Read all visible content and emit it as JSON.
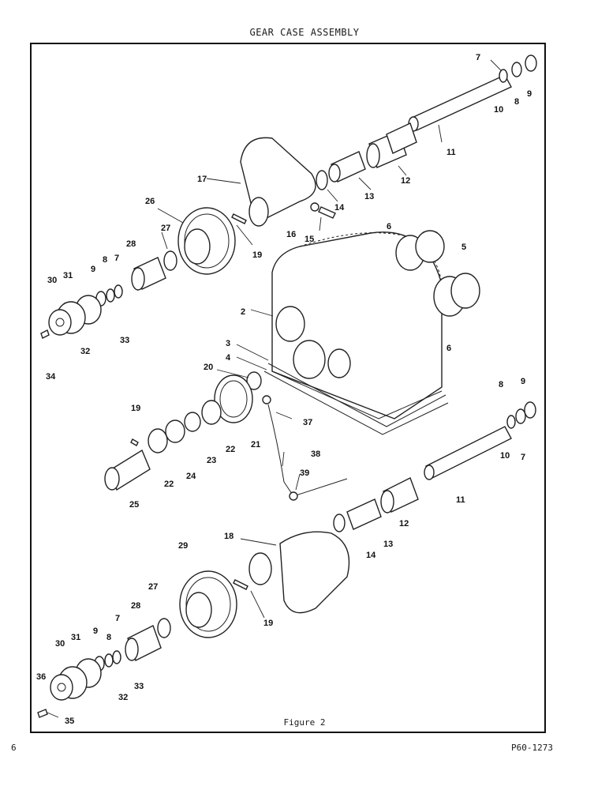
{
  "header": {
    "title": "GEAR CASE ASSEMBLY"
  },
  "figure": {
    "caption": "Figure 2",
    "callouts": [
      "7",
      "8",
      "9",
      "10",
      "11",
      "12",
      "13",
      "14",
      "15",
      "16",
      "17",
      "19",
      "26",
      "27",
      "28",
      "30",
      "31",
      "9",
      "8",
      "7",
      "32",
      "33",
      "34",
      "6",
      "5",
      "2",
      "6",
      "3",
      "4",
      "20",
      "19",
      "21",
      "22",
      "23",
      "24",
      "22",
      "25",
      "37",
      "38",
      "39",
      "8",
      "9",
      "10",
      "7",
      "11",
      "12",
      "13",
      "14",
      "18",
      "29",
      "27",
      "28",
      "19",
      "9",
      "8",
      "7",
      "30",
      "31",
      "33",
      "32",
      "36",
      "35"
    ]
  },
  "footer": {
    "page_number": "6",
    "doc_code": "P60-1273"
  }
}
